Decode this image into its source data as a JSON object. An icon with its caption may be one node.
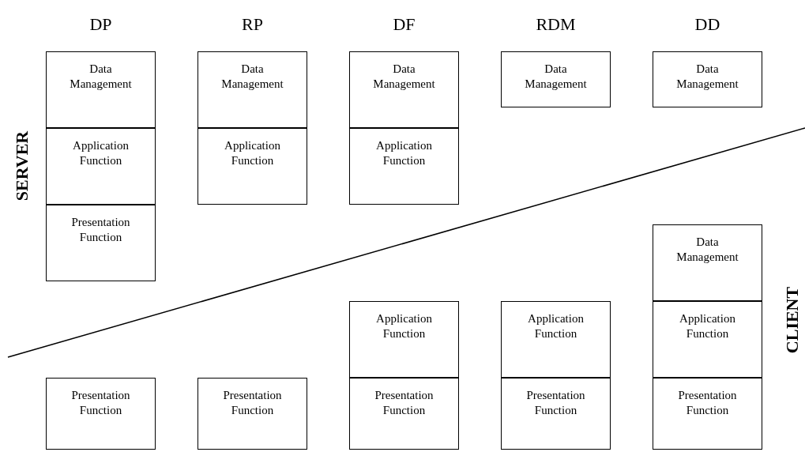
{
  "diagram": {
    "nodes": [
      {
        "text": [
          "Data Management"
        ]
      },
      {
        "text": [
          "Data Management"
        ]
      },
      {
        "text": [
          "Data Management"
        ]
      },
      {
        "text": [
          "Data Management"
        ]
      },
      {
        "text": [
          "Data Management"
        ]
      },
      {
        "text": [
          "Application Function"
        ]
      },
      {
        "text": [
          "Application Function"
        ]
      },
      {
        "text": [
          "Application Function"
        ]
      },
      {
        "text": [
          "Presentation Function"
        ]
      },
      {
        "text": [
          "Data Management"
        ]
      },
      {
        "text": [
          "Application Function"
        ]
      },
      {
        "text": [
          "Application Function"
        ]
      },
      {
        "text": [
          "Application Function"
        ]
      },
      {
        "text": [
          "Presentation Function"
        ]
      },
      {
        "text": [
          "Presentation Function"
        ]
      },
      {
        "text": [
          "Presentation Function"
        ]
      },
      {
        "text": [
          "Presentation Function"
        ]
      },
      {
        "text": [
          "Presentation Function"
        ]
      }
    ],
    "edges": [],
    "labels": [
      "DP",
      "RP",
      "DF",
      "RDM",
      "DD",
      "SERVER",
      "CLIENT"
    ]
  }
}
